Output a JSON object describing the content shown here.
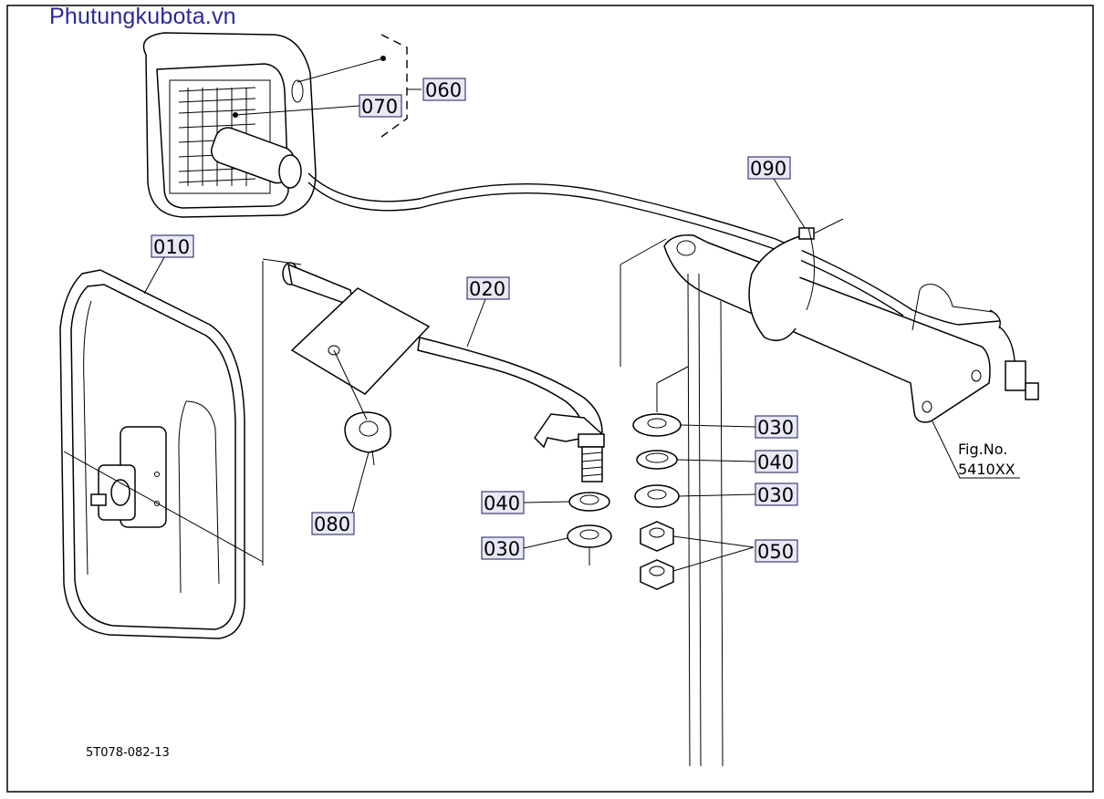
{
  "watermark": "Phutungkubota.vn",
  "drawing_number": "5T078-082-13",
  "figure_ref": {
    "line1": "Fig.No.",
    "line2": "5410XX"
  },
  "part_labels": [
    "010",
    "020",
    "030",
    "040",
    "050",
    "060",
    "070",
    "080",
    "090"
  ],
  "callouts": {
    "c010": "010",
    "c020": "020",
    "c030a": "030",
    "c030b": "030",
    "c030c": "030",
    "c040a": "040",
    "c040b": "040",
    "c050": "050",
    "c060": "060",
    "c070": "070",
    "c080": "080",
    "c090": "090"
  }
}
